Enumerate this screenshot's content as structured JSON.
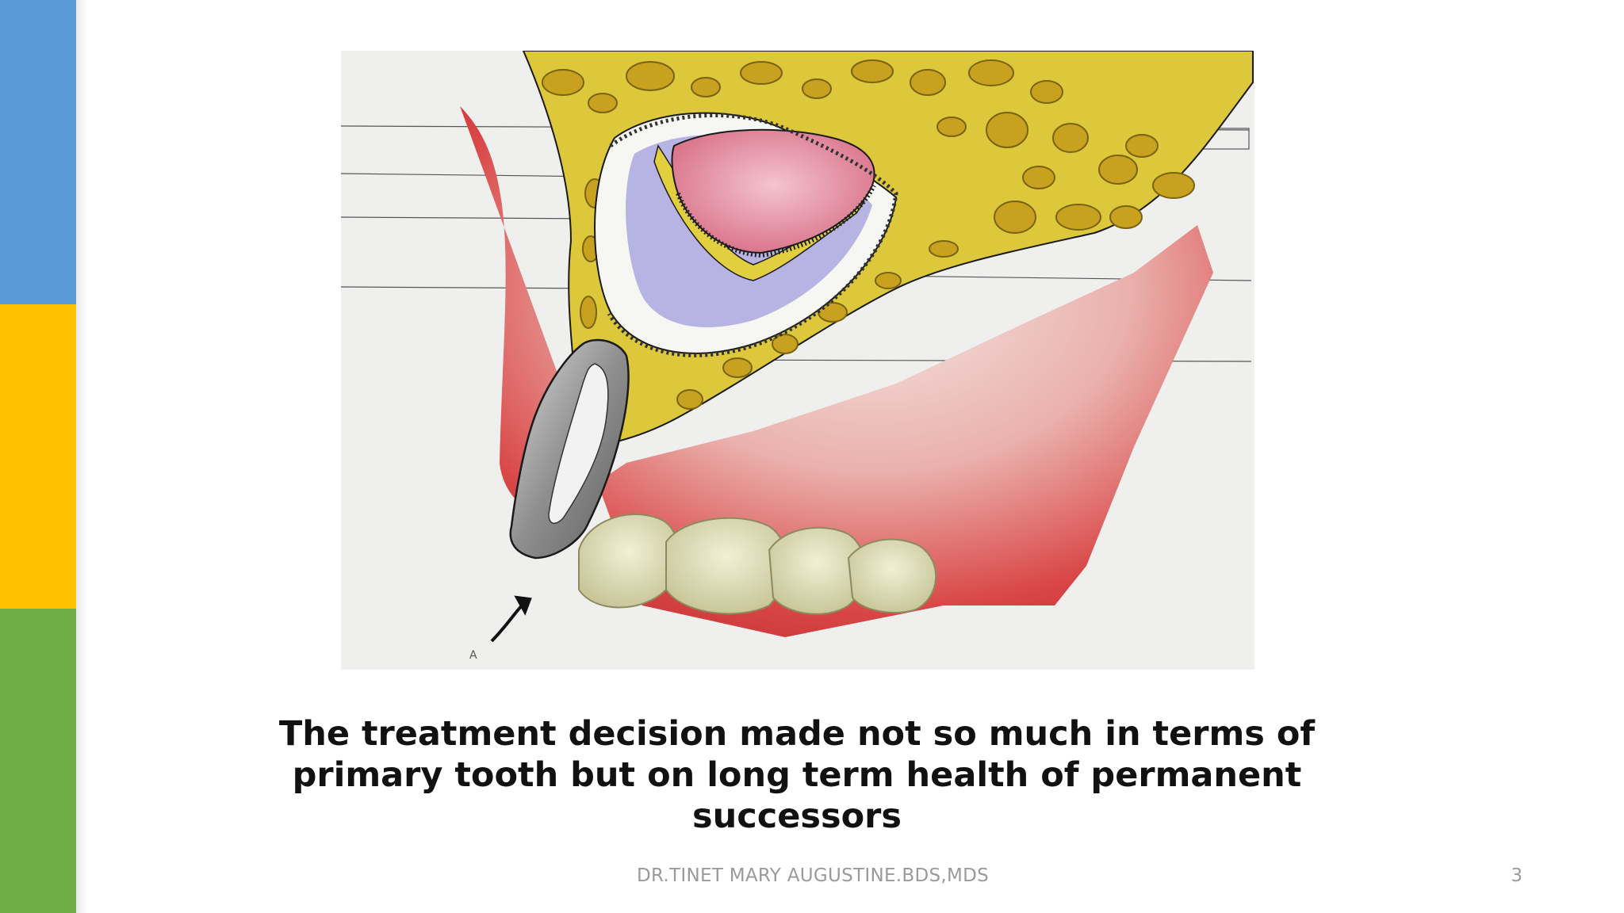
{
  "slide": {
    "body_text": "The treatment decision made not so much in terms of primary tooth but on long term health of permanent successors",
    "footer": "DR.TINET MARY AUGUSTINE.BDS,MDS",
    "page_number": "3"
  },
  "figure": {
    "panel_label": "A"
  },
  "colors": {
    "bar_blue": "#5b9bd5",
    "bar_yellow": "#ffc000",
    "bar_green": "#70ad47",
    "bone_yellow": "#dcc83a",
    "tissue_red": "#d93a3a",
    "crown_pink": "#e68aa0",
    "follicle_lavender": "#b7b3e2"
  }
}
